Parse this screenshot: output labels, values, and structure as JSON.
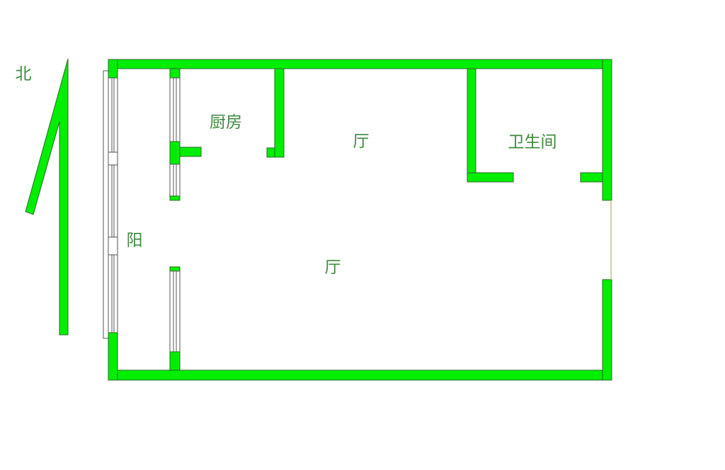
{
  "compass": {
    "label": "北"
  },
  "rooms": {
    "kitchen": "厨房",
    "living_upper": "厅",
    "bathroom": "卫生间",
    "balcony": "阳",
    "living_lower": "厅"
  },
  "colors": {
    "wall": "#00ee00",
    "text": "#3d8a3d"
  }
}
